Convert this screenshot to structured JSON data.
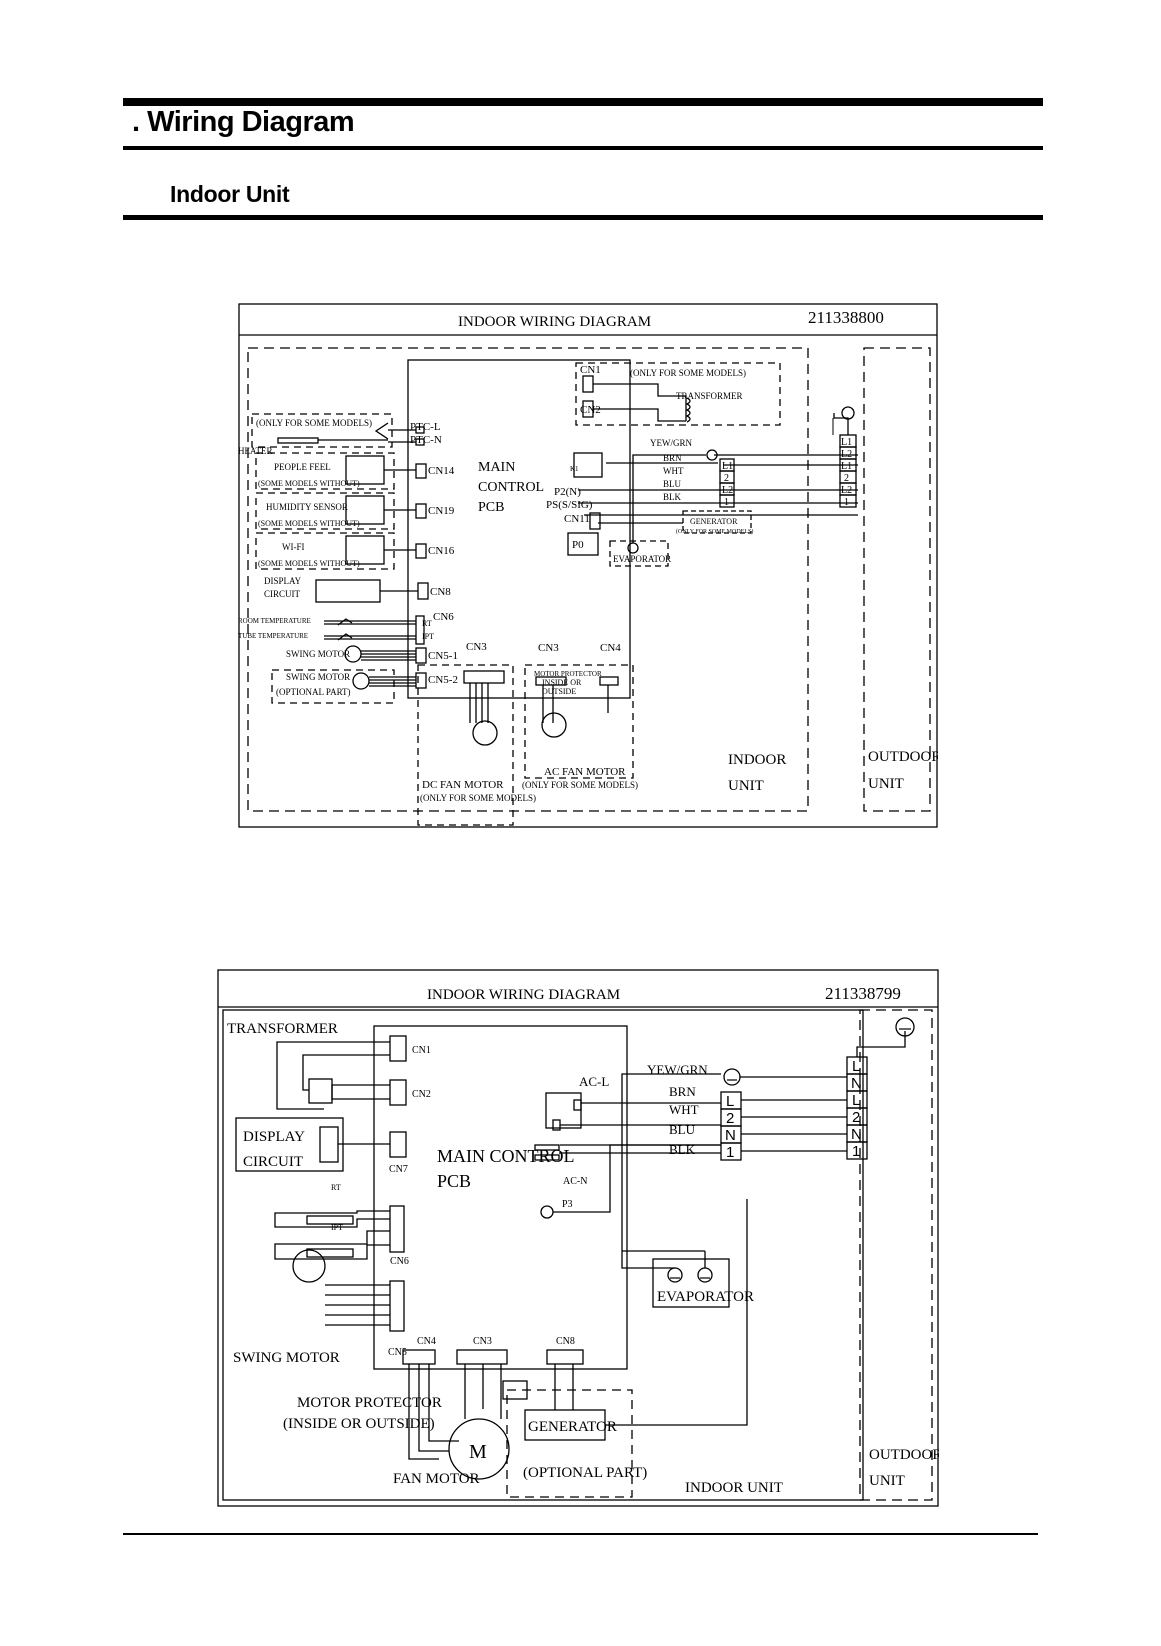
{
  "section_title": ". Wiring Diagram",
  "subsection_title": "Indoor Unit",
  "diagram1": {
    "title": "INDOOR WIRING DIAGRAM",
    "number": "211338800",
    "only_some_models": "(ONLY FOR SOME MODELS)",
    "heater": "HEATER",
    "people_feel": "PEOPLE FEEL",
    "some_models_without": "(SOME MODELS WITHOUT)",
    "humidity_sensor": "HUMIDITY SENSOR",
    "wifi": "WI-FI",
    "display": "DISPLAY",
    "circuit": "CIRCUIT",
    "room_temp": "ROOM TEMPERATURE",
    "tube_temp": "TUBE TEMPERATURE",
    "swing_motor": "SWING MOTOR",
    "optional_part": "(OPTIONAL PART)",
    "ptc_l": "PTC-L",
    "ptc_n": "PTC-N",
    "cn14": "CN14",
    "cn19": "CN19",
    "cn16": "CN16",
    "cn8": "CN8",
    "cn6": "CN6",
    "rt": "RT",
    "ipt": "IPT",
    "cn5_1": "CN5-1",
    "cn5_2": "CN5-2",
    "main": "MAIN",
    "control": "CONTROL",
    "pcb": "PCB",
    "cn1": "CN1",
    "cn2": "CN2",
    "transformer": "TRANSFORMER",
    "k1": "K1",
    "p2": "P2(N)",
    "ps": "PS(S/SIG)",
    "cn11": "CN11",
    "p0": "P0",
    "evaporator": "EVAPORATOR",
    "generator": "GENERATOR",
    "only_some_models_lower": "(ONLY FOR SOME MODELS)",
    "yew_grn": "YEW/GRN",
    "brn": "BRN",
    "wht": "WHT",
    "blu": "BLU",
    "blk": "BLK",
    "term_l1": "L1",
    "term_2": "2",
    "term_l2": "L2",
    "term_1": "1",
    "out_l1": "L1",
    "out_l2": "L2",
    "out_l1b": "L1",
    "out_2": "2",
    "out_l2b": "L2",
    "out_1": "1",
    "cn3_dc": "CN3",
    "cn3_ac": "CN3",
    "cn4": "CN4",
    "motor_protector": "MOTOR PROTECTOR",
    "inside_or": "INSIDE OR",
    "outside": "OUTSIDE",
    "dc_fan_motor": "DC FAN MOTOR",
    "ac_fan_motor": "AC FAN MOTOR",
    "indoor": "INDOOR",
    "unit": "UNIT",
    "outdoor": "OUTDOOR",
    "outdoor_unit": "UNIT"
  },
  "diagram2": {
    "title": "INDOOR WIRING DIAGRAM",
    "number": "211338799",
    "transformer": "TRANSFORMER",
    "cn1": "CN1",
    "cn2": "CN2",
    "display": "DISPLAY",
    "circuit": "CIRCUIT",
    "cn7": "CN7",
    "main_control": "MAIN CONTROL",
    "pcb": "PCB",
    "rt": "RT",
    "ipt": "IPT",
    "cn6": "CN6",
    "swing_motor": "SWING MOTOR",
    "cn5": "CN5",
    "cn4": "CN4",
    "cn3": "CN3",
    "cn8": "CN8",
    "ac_l": "AC-L",
    "ac_n": "AC-N",
    "p3": "P3",
    "yew_grn": "YEW/GRN",
    "brn": "BRN",
    "wht": "WHT",
    "blu": "BLU",
    "blk": "BLK",
    "term_L": "L",
    "term_2": "2",
    "term_N": "N",
    "term_1": "1",
    "out_L": "L",
    "out_N": "N",
    "out_L2": "L",
    "out_2": "2",
    "out_N2": "N",
    "out_1": "1",
    "evaporator": "EVAPORATOR",
    "motor_protector": "MOTOR PROTECTOR",
    "inside_outside": "(INSIDE OR OUTSIDE)",
    "fan_motor": "FAN MOTOR",
    "m": "M",
    "generator": "GENERATOR",
    "optional_part": "(OPTIONAL PART)",
    "indoor_unit": "INDOOR UNIT",
    "outdoor": "OUTDOOR",
    "unit": "UNIT"
  }
}
